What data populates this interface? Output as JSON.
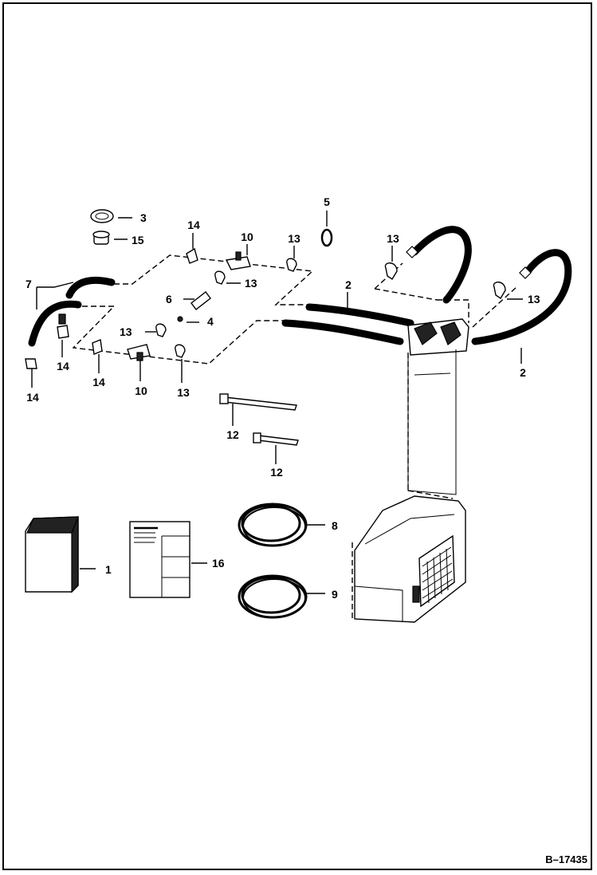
{
  "diagram": {
    "figure_number": "B–17435",
    "callouts": [
      {
        "id": "c1",
        "label": "1"
      },
      {
        "id": "c2a",
        "label": "2"
      },
      {
        "id": "c2b",
        "label": "2"
      },
      {
        "id": "c3",
        "label": "3"
      },
      {
        "id": "c4",
        "label": "4"
      },
      {
        "id": "c5",
        "label": "5"
      },
      {
        "id": "c6",
        "label": "6"
      },
      {
        "id": "c7",
        "label": "7"
      },
      {
        "id": "c8",
        "label": "8"
      },
      {
        "id": "c9",
        "label": "9"
      },
      {
        "id": "c10a",
        "label": "10"
      },
      {
        "id": "c10b",
        "label": "10"
      },
      {
        "id": "c12a",
        "label": "12"
      },
      {
        "id": "c12b",
        "label": "12"
      },
      {
        "id": "c13a",
        "label": "13"
      },
      {
        "id": "c13b",
        "label": "13"
      },
      {
        "id": "c13c",
        "label": "13"
      },
      {
        "id": "c13d",
        "label": "13"
      },
      {
        "id": "c13e",
        "label": "13"
      },
      {
        "id": "c13f",
        "label": "13"
      },
      {
        "id": "c14a",
        "label": "14"
      },
      {
        "id": "c14b",
        "label": "14"
      },
      {
        "id": "c14c",
        "label": "14"
      },
      {
        "id": "c14d",
        "label": "14"
      },
      {
        "id": "c15",
        "label": "15"
      },
      {
        "id": "c16",
        "label": "16"
      }
    ]
  }
}
